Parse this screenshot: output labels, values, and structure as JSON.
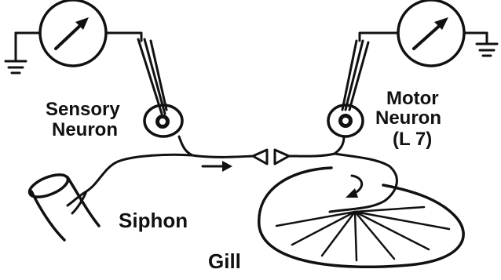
{
  "labels": {
    "sensory_line1": "Sensory",
    "sensory_line2": "Neuron",
    "motor_line1": "Motor",
    "motor_line2": "Neuron",
    "motor_line3": "(L 7)",
    "siphon": "Siphon",
    "gill": "Gill"
  },
  "colors": {
    "ink": "#111111",
    "background": "#ffffff"
  },
  "icons": [
    "meter-icon",
    "ground-icon",
    "electrode-icon",
    "neuron-soma-icon",
    "synapse-terminal-icon",
    "arrow-icon"
  ]
}
